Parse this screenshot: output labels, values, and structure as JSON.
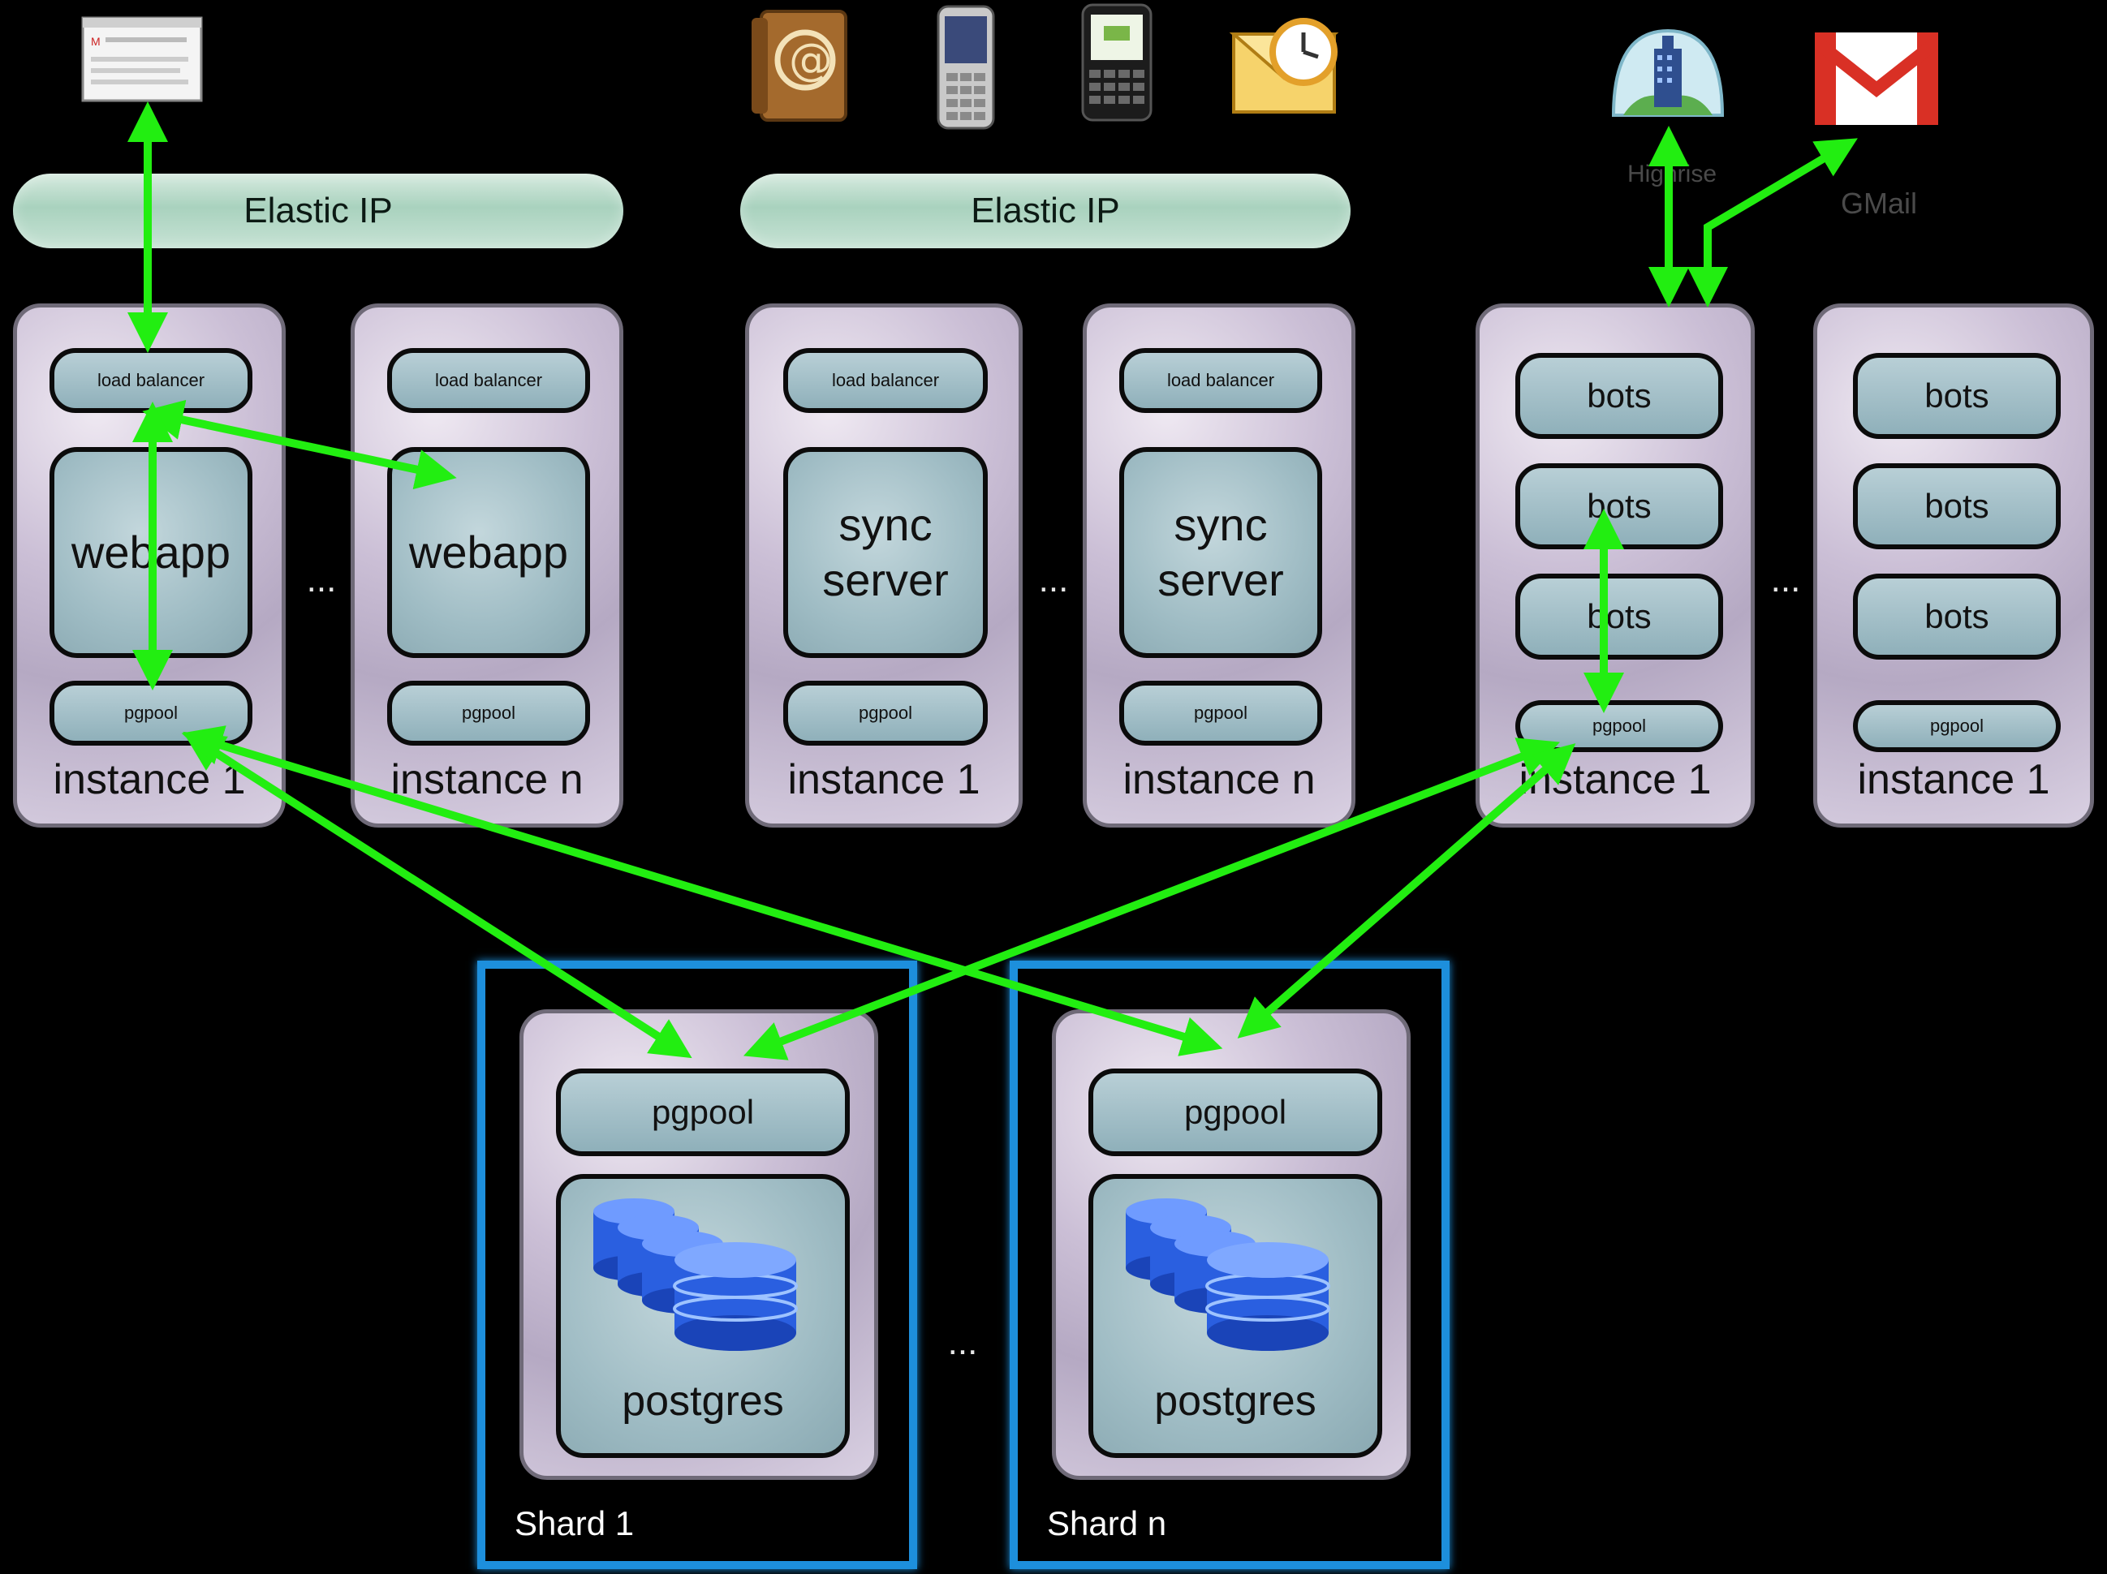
{
  "elastic_ip": [
    "Elastic IP",
    "Elastic IP"
  ],
  "dots": "...",
  "webapp_group": {
    "instances": [
      {
        "load_balancer": "load balancer",
        "app": "webapp",
        "pgpool": "pgpool",
        "label": "instance 1"
      },
      {
        "load_balancer": "load balancer",
        "app": "webapp",
        "pgpool": "pgpool",
        "label": "instance n"
      }
    ]
  },
  "sync_group": {
    "instances": [
      {
        "load_balancer": "load balancer",
        "app": "sync server",
        "pgpool": "pgpool",
        "label": "instance 1"
      },
      {
        "load_balancer": "load balancer",
        "app": "sync server",
        "pgpool": "pgpool",
        "label": "instance n"
      }
    ]
  },
  "bots_group": {
    "instances": [
      {
        "bots": [
          "bots",
          "bots",
          "bots"
        ],
        "pgpool": "pgpool",
        "label": "instance 1"
      },
      {
        "bots": [
          "bots",
          "bots",
          "bots"
        ],
        "pgpool": "pgpool",
        "label": "instance 1"
      }
    ]
  },
  "shards": [
    {
      "pgpool": "pgpool",
      "db": "postgres",
      "label": "Shard 1"
    },
    {
      "pgpool": "pgpool",
      "db": "postgres",
      "label": "Shard n"
    }
  ],
  "external_services": {
    "highrise": "Highrise",
    "gmail": "GMail"
  },
  "icons": [
    "browser-screenshot-icon",
    "address-book-icon",
    "sony-ericsson-phone-icon",
    "blackberry-phone-icon",
    "outlook-icon",
    "highrise-icon",
    "gmail-icon",
    "database-stack-icon"
  ],
  "colors": {
    "arrow": "#22ee11",
    "shard_border": "#1d8fdc",
    "background": "#000000"
  }
}
